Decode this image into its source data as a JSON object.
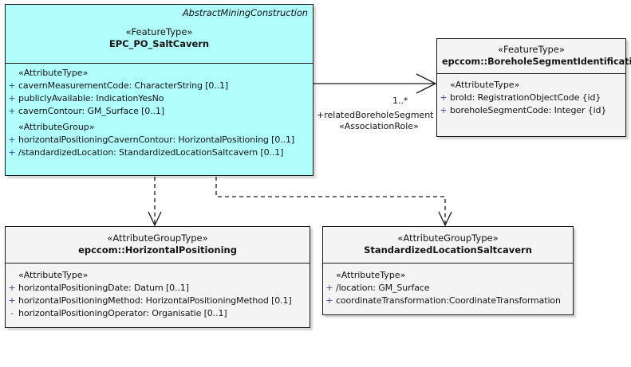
{
  "diagram": {
    "type": "uml-class-diagram",
    "background": "#ffffff",
    "highlight_color": "#b0fdfd",
    "neutral_color": "#f4f4f4",
    "border_color": "#1a1a1a"
  },
  "classes": {
    "salt_cavern": {
      "package": "AbstractMiningConstruction",
      "stereotype": "«FeatureType»",
      "name": "EPC_PO_SaltCavern",
      "compartments": [
        {
          "group": "«AttributeType»",
          "attributes": [
            {
              "vis": "+",
              "text": "cavernMeasurementCode: CharacterString [0..1]"
            },
            {
              "vis": "+",
              "text": "publiclyAvailable: IndicationYesNo"
            },
            {
              "vis": "+",
              "text": "cavernContour: GM_Surface [0..1]"
            }
          ]
        },
        {
          "group": "«AttributeGroup»",
          "attributes": [
            {
              "vis": "+",
              "text": "horizontalPositioningCavernContour: HorizontalPositioning [0..1]"
            },
            {
              "vis": "+",
              "text": "/standardizedLocation: StandardizedLocationSaltcavern [0..1]"
            }
          ]
        }
      ]
    },
    "borehole_segment": {
      "stereotype": "«FeatureType»",
      "name": "epccom::BoreholeSegmentIdentification",
      "compartments": [
        {
          "group": "«AttributeType»",
          "attributes": [
            {
              "vis": "+",
              "text": "broId: RegistrationObjectCode {id}"
            },
            {
              "vis": "+",
              "text": "boreholeSegmentCode: Integer {id}"
            }
          ]
        }
      ]
    },
    "horizontal_positioning": {
      "stereotype": "«AttributeGroupType»",
      "name": "epccom::HorizontalPositioning",
      "compartments": [
        {
          "group": "«AttributeType»",
          "attributes": [
            {
              "vis": "+",
              "text": "horizontalPositioningDate: Datum [0..1]"
            },
            {
              "vis": "+",
              "text": "horizontalPositioningMethod: HorizontalPositioningMethod [0.1]"
            },
            {
              "vis": "-",
              "text": "horizontalPositioningOperator: Organisatie [0..1]"
            }
          ]
        }
      ]
    },
    "standardized_location": {
      "stereotype": "«AttributeGroupType»",
      "name": "StandardizedLocationSaltcavern",
      "compartments": [
        {
          "group": "«AttributeType»",
          "attributes": [
            {
              "vis": "+",
              "text": "/location: GM_Surface"
            },
            {
              "vis": "+",
              "text": "coordinateTransformation:CoordinateTransformation"
            }
          ]
        }
      ]
    }
  },
  "associations": {
    "borehole": {
      "multiplicity": "1..*",
      "role": "+relatedBoreholeSegment",
      "stereotype": "«AssociationRole»"
    }
  }
}
